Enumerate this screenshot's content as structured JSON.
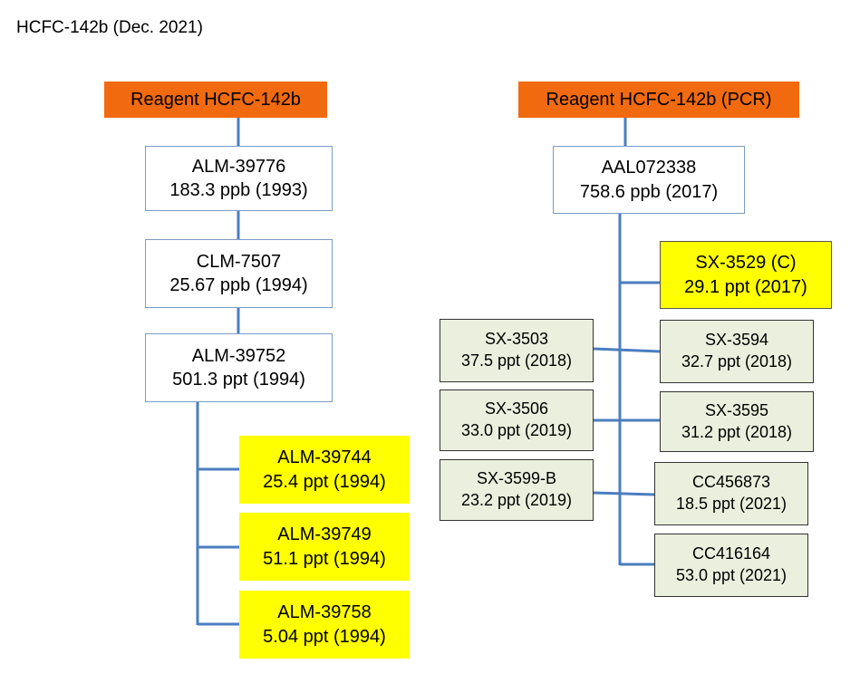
{
  "title": "HCFC-142b (Dec. 2021)",
  "colors": {
    "root": "#f26a10",
    "connector": "#4a7ec0",
    "highlight": "#ffff00",
    "secondary_fill": "#ebf0de"
  },
  "left_tree": {
    "root": "Reagent HCFC-142b",
    "n1": {
      "id": "ALM-39776",
      "value": "183.3 ppb (1993)"
    },
    "n2": {
      "id": "CLM-7507",
      "value": "25.67 ppb (1994)"
    },
    "n3": {
      "id": "ALM-39752",
      "value": "501.3 ppt (1994)"
    },
    "c1": {
      "id": "ALM-39744",
      "value": "25.4 ppt (1994)"
    },
    "c2": {
      "id": "ALM-39749",
      "value": "51.1 ppt (1994)"
    },
    "c3": {
      "id": "ALM-39758",
      "value": "5.04 ppt (1994)"
    }
  },
  "right_tree": {
    "root": "Reagent HCFC-142b (PCR)",
    "n1": {
      "id": "AAL072338",
      "value": "758.6 ppb (2017)"
    },
    "y1": {
      "id": "SX-3529 (C)",
      "value": "29.1 ppt (2017)"
    },
    "l1": {
      "id": "SX-3503",
      "value": "37.5 ppt (2018)"
    },
    "l2": {
      "id": "SX-3506",
      "value": "33.0 ppt (2019)"
    },
    "l3": {
      "id": "SX-3599-B",
      "value": "23.2 ppt (2019)"
    },
    "r1": {
      "id": "SX-3594",
      "value": "32.7 ppt (2018)"
    },
    "r2": {
      "id": "SX-3595",
      "value": "31.2 ppt (2018)"
    },
    "r3": {
      "id": "CC456873",
      "value": "18.5 ppt (2021)"
    },
    "r4": {
      "id": "CC416164",
      "value": "53.0 ppt (2021)"
    }
  }
}
